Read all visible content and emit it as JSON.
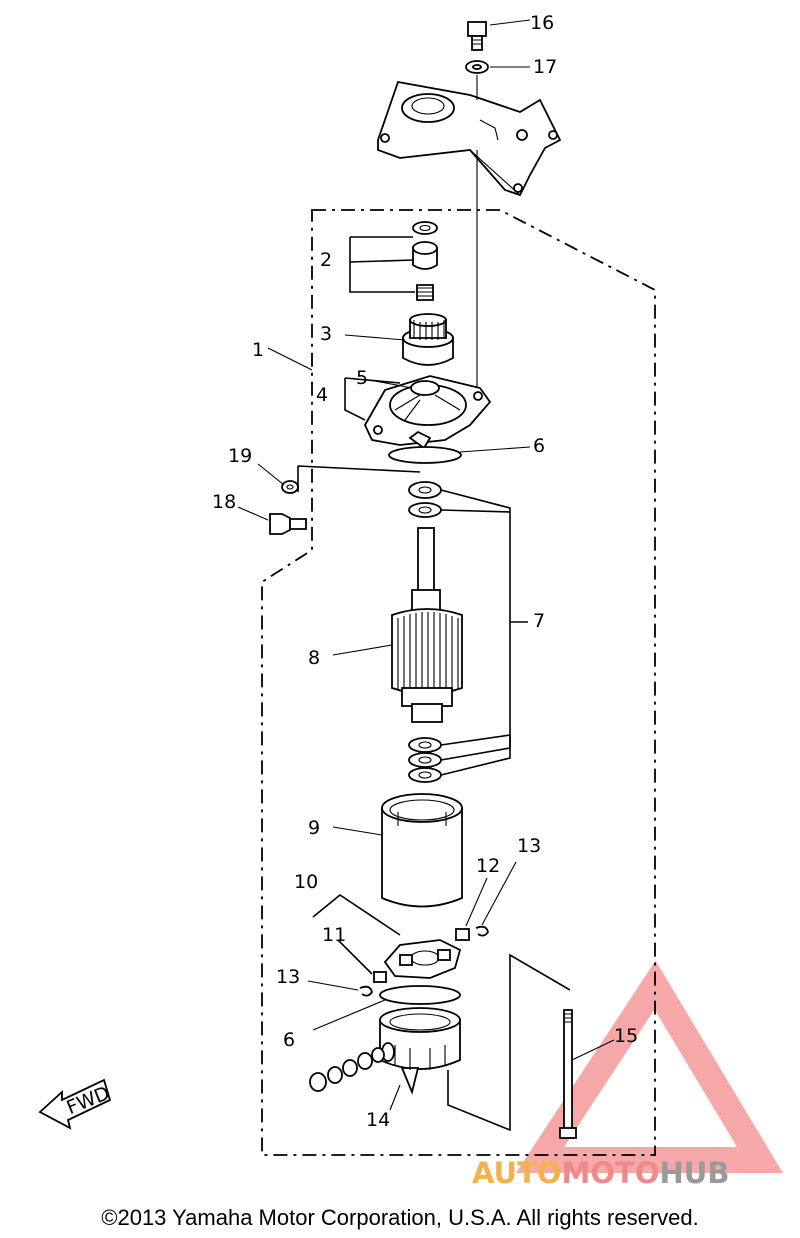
{
  "labels": {
    "l1": "1",
    "l2": "2",
    "l3": "3",
    "l4": "4",
    "l5": "5",
    "l6a": "6",
    "l6b": "6",
    "l7": "7",
    "l8": "8",
    "l9": "9",
    "l10": "10",
    "l11": "11",
    "l12": "12",
    "l13a": "13",
    "l13b": "13",
    "l14": "14",
    "l15": "15",
    "l16": "16",
    "l17": "17",
    "l18": "18",
    "l19": "19"
  },
  "fwd": "FWD",
  "copyright": "©2013 Yamaha Motor Corporation, U.S.A. All rights reserved.",
  "watermark": {
    "part1": "AUTO",
    "part2": "MOTO",
    "part3": "HUB"
  },
  "colors": {
    "line": "#000000",
    "watermark_triangle": "#f08080",
    "watermark_orange": "#f2b34c",
    "watermark_gray": "#9a9a9a"
  }
}
